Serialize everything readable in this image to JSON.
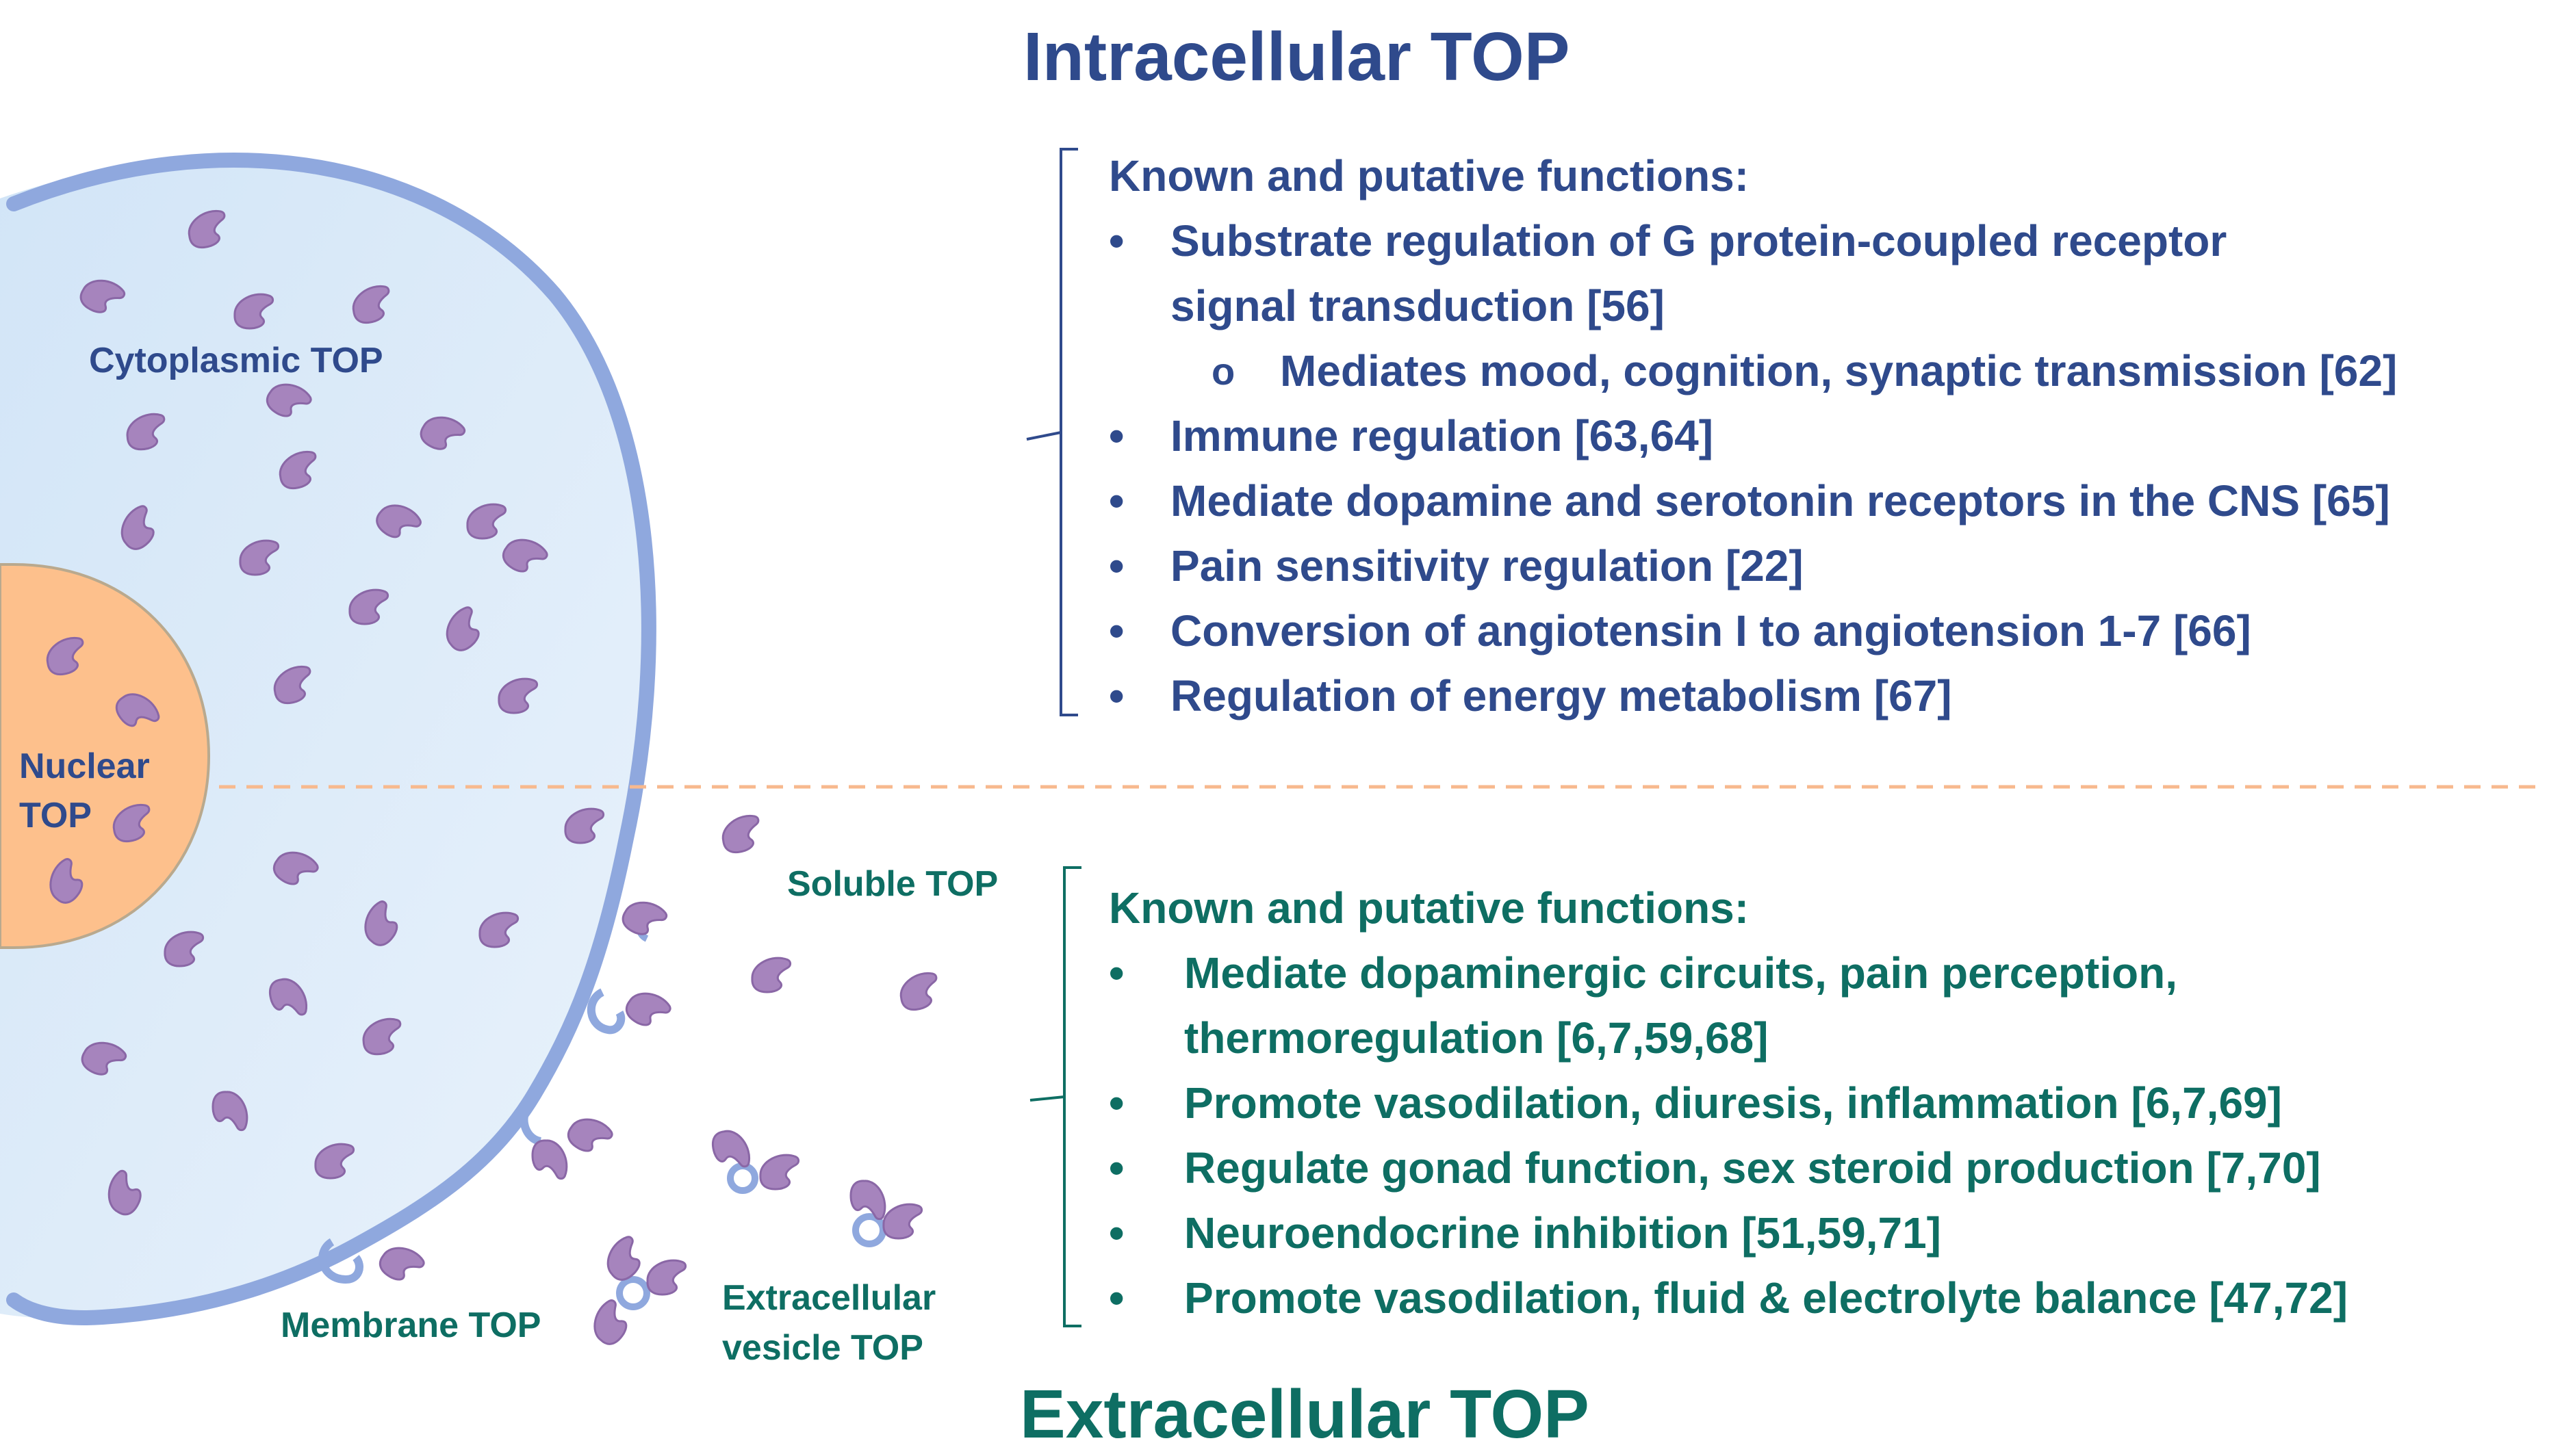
{
  "intracellular": {
    "title": "Intracellular TOP",
    "heading": "Known and putative functions:",
    "items": [
      {
        "bullet": "•",
        "text": "Substrate regulation of G protein-coupled receptor"
      },
      {
        "bullet": "",
        "text": "signal transduction [56]"
      },
      {
        "bullet": "o",
        "text": "Mediates mood, cognition, synaptic transmission [62]",
        "sub": true
      },
      {
        "bullet": "•",
        "text": "Immune regulation [63,64]"
      },
      {
        "bullet": "•",
        "text": "Mediate dopamine and serotonin receptors in the CNS [65]"
      },
      {
        "bullet": "•",
        "text": "Pain sensitivity regulation [22]"
      },
      {
        "bullet": "•",
        "text": "Conversion of angiotensin I to angiotension 1-7 [66]"
      },
      {
        "bullet": "•",
        "text": "Regulation of energy metabolism [67]"
      }
    ]
  },
  "extracellular": {
    "title": "Extracellular TOP",
    "heading": "Known and putative functions:",
    "items": [
      {
        "bullet": "•",
        "text": "Mediate dopaminergic circuits, pain perception,"
      },
      {
        "bullet": "",
        "text": "thermoregulation [6,7,59,68]"
      },
      {
        "bullet": "•",
        "text": "Promote vasodilation, diuresis, inflammation [6,7,69]"
      },
      {
        "bullet": "•",
        "text": "Regulate gonad function, sex steroid production [7,70]"
      },
      {
        "bullet": "•",
        "text": "Neuroendocrine inhibition [51,59,71]"
      },
      {
        "bullet": "•",
        "text": "Promote vasodilation, fluid & electrolyte balance [47,72]"
      }
    ]
  },
  "diagram_labels": {
    "cytoplasmic": "Cytoplasmic TOP",
    "nuclear_line1": "Nuclear",
    "nuclear_line2": "TOP",
    "soluble": "Soluble TOP",
    "membrane": "Membrane TOP",
    "vesicle_line1": "Extracellular",
    "vesicle_line2": "vesicle TOP"
  },
  "colors": {
    "intracellular_text": "#2f4a8c",
    "extracellular_text": "#0e6e63",
    "cell_membrane": "#8fa8de",
    "cytoplasm": "#d8e7f6",
    "nucleus_fill": "#fdc08c",
    "nucleus_border": "#b9a98e",
    "top_enzyme": "#a684bd",
    "divider": "#f7b98e"
  }
}
